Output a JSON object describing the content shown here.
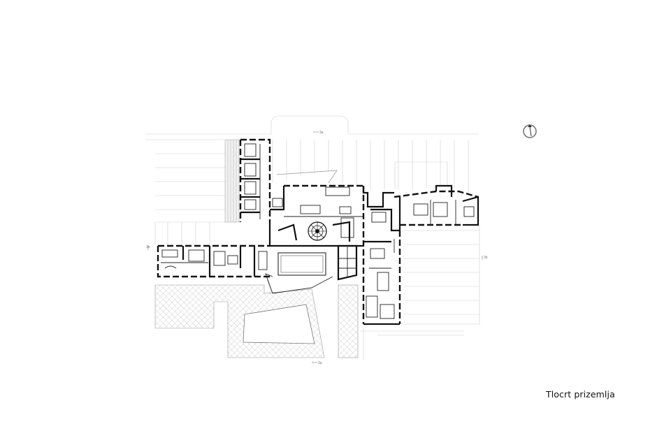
{
  "caption": "Tlocrt prizemlja",
  "marks": {
    "section_top": "3a",
    "section_bottom": "3a",
    "section_left": "3b",
    "section_right": "3b"
  },
  "icons": [
    "north-arrow-icon",
    "tree-symbol-icon"
  ],
  "colors": {
    "walls": "#111111",
    "grid_lines": "#cfcfcf",
    "hatch": "#9a9a9a",
    "background": "#ffffff"
  }
}
